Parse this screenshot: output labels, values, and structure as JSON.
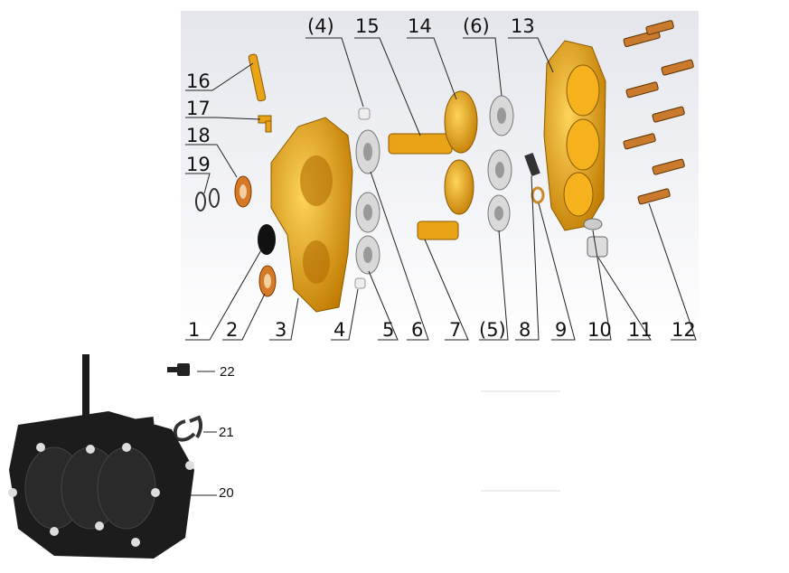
{
  "diagram": {
    "callouts_top": [
      "(4)",
      "15",
      "14",
      "(6)",
      "13"
    ],
    "callouts_left": [
      "16",
      "17",
      "18",
      "19"
    ],
    "callouts_bottom": [
      "1",
      "2",
      "3",
      "4",
      "5",
      "6",
      "7",
      "(5)",
      "8",
      "9",
      "10",
      "11",
      "12"
    ],
    "callouts_assembly": [
      "22",
      "21",
      "20"
    ]
  },
  "colors": {
    "housing": "#e8a317",
    "background_top": "#f4f5f8",
    "assembly": "#1c1c1c"
  }
}
